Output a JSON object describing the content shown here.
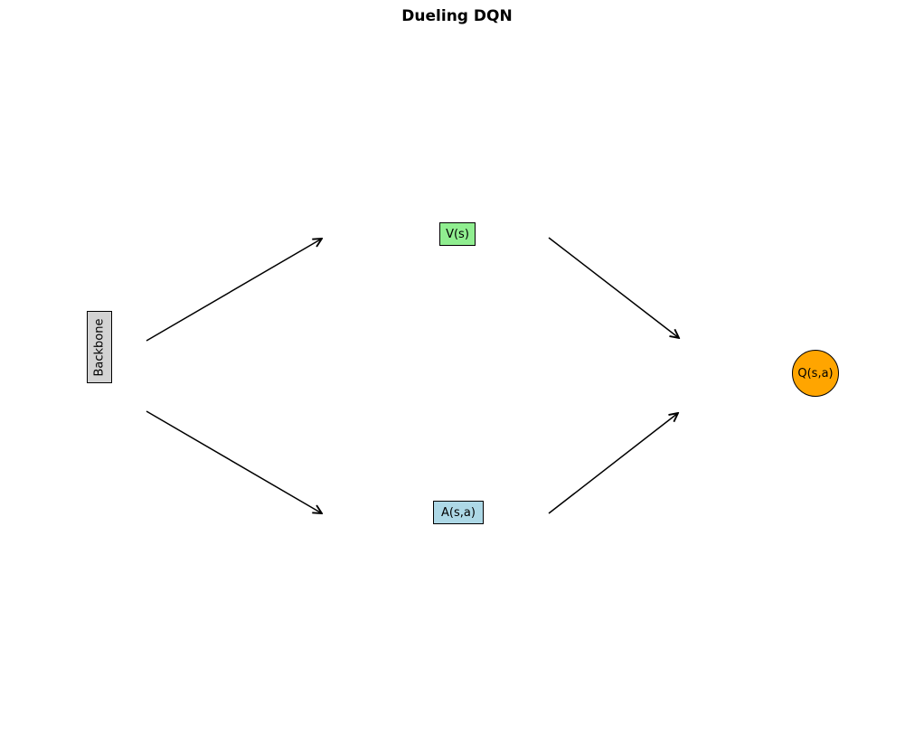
{
  "title": "Dueling DQN",
  "nodes": {
    "backbone": {
      "label": "Backbone",
      "fill": "#d3d3d3",
      "border": "#000000"
    },
    "value": {
      "label": "V(s)",
      "fill": "#90ee90",
      "border": "#000000"
    },
    "advantage": {
      "label": "A(s,a)",
      "fill": "#add8e6",
      "border": "#000000"
    },
    "q_output": {
      "label": "Q(s,a)",
      "fill": "#ffa500",
      "border": "#000000"
    }
  },
  "edges": [
    {
      "from": "backbone",
      "to": "value"
    },
    {
      "from": "backbone",
      "to": "advantage"
    },
    {
      "from": "value",
      "to": "q_output"
    },
    {
      "from": "advantage",
      "to": "q_output"
    }
  ],
  "colors": {
    "background": "#ffffff",
    "arrow": "#000000"
  }
}
